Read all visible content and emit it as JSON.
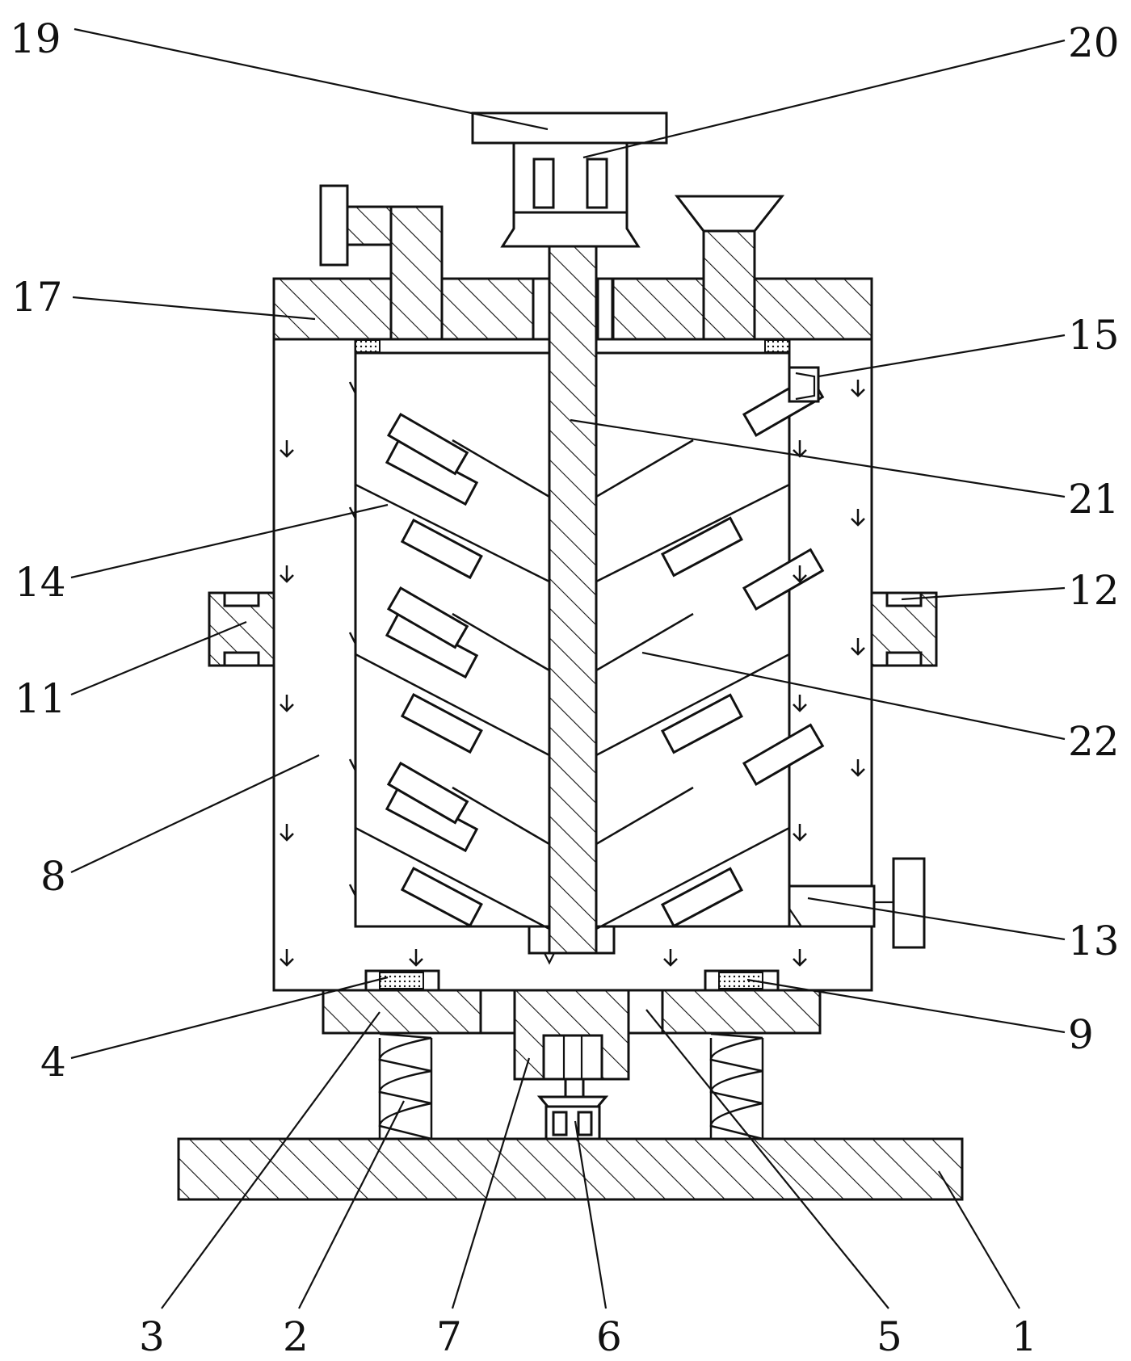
{
  "labels": {
    "l1": "1",
    "l2": "2",
    "l3": "3",
    "l4": "4",
    "l5": "5",
    "l6": "6",
    "l7": "7",
    "l8": "8",
    "l9": "9",
    "l11": "11",
    "l12": "12",
    "l13": "13",
    "l14": "14",
    "l15": "15",
    "l17": "17",
    "l19": "19",
    "l20": "20",
    "l21": "21",
    "l22": "22"
  }
}
